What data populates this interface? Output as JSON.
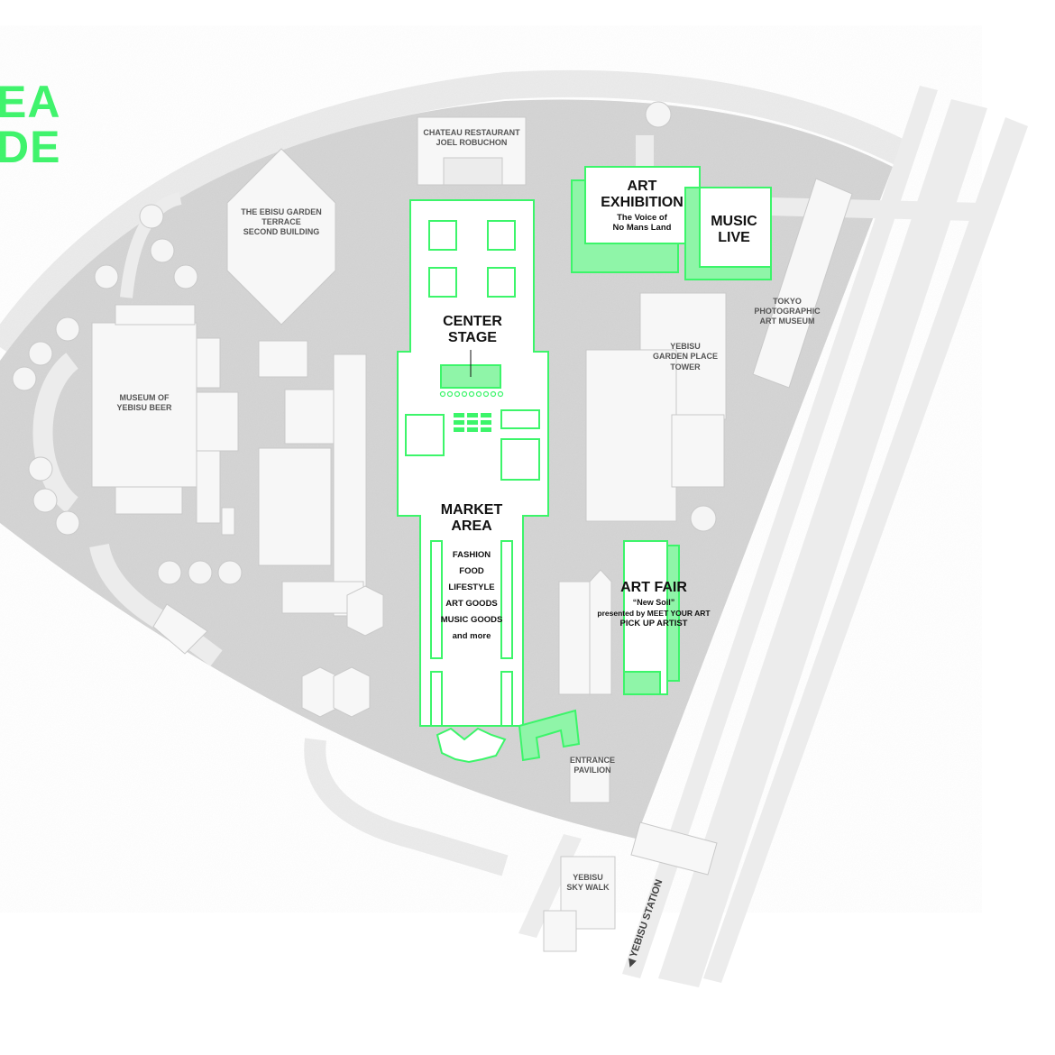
{
  "title": {
    "line1": "EA",
    "line2": "DE"
  },
  "accent_color": "#3cf56a",
  "labels": {
    "chateau": [
      "CHATEAU RESTAURANT",
      "JOEL ROBUCHON"
    ],
    "terrace": [
      "THE EBISU GARDEN",
      "TERRACE",
      "SECOND BUILDING"
    ],
    "museum_beer": [
      "MUSEUM OF",
      "YEBISU BEER"
    ],
    "tower": [
      "YEBISU",
      "GARDEN PLACE",
      "TOWER"
    ],
    "photo_museum": [
      "TOKYO",
      "PHOTOGRAPHIC",
      "ART MUSEUM"
    ],
    "entrance": [
      "ENTRANCE",
      "PAVILION"
    ],
    "skywalk": [
      "YEBISU",
      "SKY WALK"
    ],
    "station": "◀ YEBISU STATION"
  },
  "areas": {
    "art_exhibition": {
      "title": [
        "ART",
        "EXHIBITION"
      ],
      "sub": [
        "The Voice of",
        "No Mans Land"
      ]
    },
    "music_live": {
      "title": [
        "MUSIC",
        "LIVE"
      ]
    },
    "center_stage": {
      "title": [
        "CENTER",
        "STAGE"
      ]
    },
    "market": {
      "title": [
        "MARKET",
        "AREA"
      ],
      "items": [
        "FASHION",
        "FOOD",
        "LIFESTYLE",
        "ART GOODS",
        "MUSIC GOODS",
        "and more"
      ]
    },
    "art_fair": {
      "title": "ART FAIR",
      "sub": [
        "“New Soil”",
        "presented by MEET YOUR ART",
        "PICK UP ARTIST"
      ]
    }
  }
}
